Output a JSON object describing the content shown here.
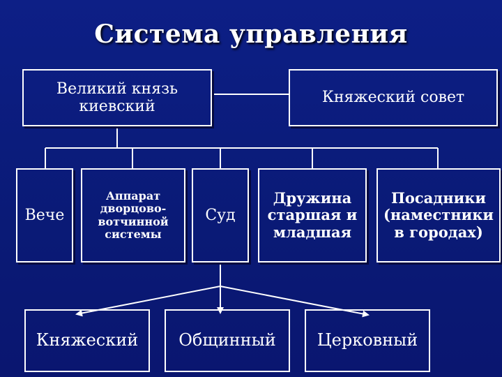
{
  "title": "Система управления",
  "top_row": {
    "grand_prince_line1": "Великий князь",
    "grand_prince_line2": "киевский",
    "council": "Княжеский совет"
  },
  "middle_row": [
    {
      "label": "Вече"
    },
    {
      "label": "Аппарат дворцово-вотчинной системы"
    },
    {
      "label": "Суд"
    },
    {
      "label": "Дружина старшая и младшая"
    },
    {
      "label": "Посадники (наместники в городах)"
    }
  ],
  "bottom_row": [
    {
      "label": "Княжеский"
    },
    {
      "label": "Общинный"
    },
    {
      "label": "Церковный"
    }
  ],
  "colors": {
    "background": "#0d1f86",
    "lines": "#ffffff",
    "text": "#ffffff"
  }
}
